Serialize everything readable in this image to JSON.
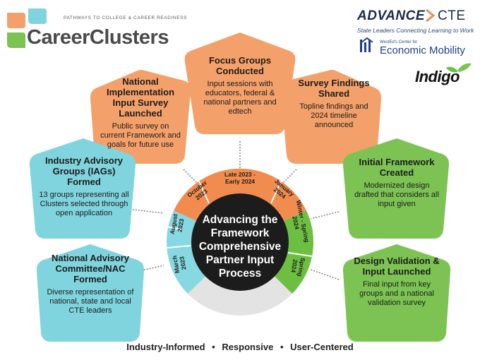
{
  "header": {
    "logo_tagline": "PATHWAYS TO COLLEGE & CAREER READINESS",
    "logo_wordmark": "CareerClusters",
    "advance_left": "ADVANCE",
    "advance_right": "CTE",
    "advance_subtitle": "State Leaders Connecting Learning to Work",
    "walton_small": "WestEd's Center for",
    "walton_big": "Economic Mobility",
    "indigo": "Indigo"
  },
  "center": {
    "title": "Advancing the Framework Comprehensive Partner Input Process"
  },
  "ring_labels": {
    "oct": [
      "October",
      "2023"
    ],
    "late": [
      "Late 2023 -",
      "Early 2024"
    ],
    "jan": [
      "January",
      "2024"
    ],
    "aug": [
      "August",
      "2023"
    ],
    "mar": [
      "March",
      "2023"
    ],
    "winter": [
      "Winter - Spring",
      "2024"
    ],
    "spring": [
      "Spring",
      "2024"
    ]
  },
  "cards": {
    "national_survey": {
      "title": "National Implementation Input Survey Launched",
      "body": "Public survey on current Framework and goals for future use"
    },
    "focus_groups": {
      "title": "Focus Groups Conducted",
      "body": "Input sessions with educators, federal & national partners and edtech"
    },
    "survey_findings": {
      "title": "Survey Findings Shared",
      "body": "Topline findings and 2024 timeline announced"
    },
    "iags": {
      "title": "Industry Advisory Groups (IAGs) Formed",
      "body": "13 groups representing all Clusters selected through open application"
    },
    "nac": {
      "title": "National Advisory Committee/NAC Formed",
      "body": "Diverse representation of national, state and local CTE leaders"
    },
    "initial_framework": {
      "title": "Initial Framework Created",
      "body": "Modernized design drafted that considers all input given"
    },
    "design_validation": {
      "title": "Design Validation & Input Launched",
      "body": "Final input from key groups and a national validation survey"
    }
  },
  "footer": {
    "item1": "Industry-Informed",
    "item2": "Responsive",
    "item3": "User-Centered",
    "separator": "•"
  },
  "colors": {
    "orange": "#f4a06a",
    "teal": "#7fd4de",
    "green": "#7cc353",
    "ring_orange": "#f28c4e",
    "ring_teal": "#86d8e2",
    "ring_green": "#6dbf42",
    "center_dark": "#1c1c1c",
    "gray_arc": "#e3e3e3"
  }
}
